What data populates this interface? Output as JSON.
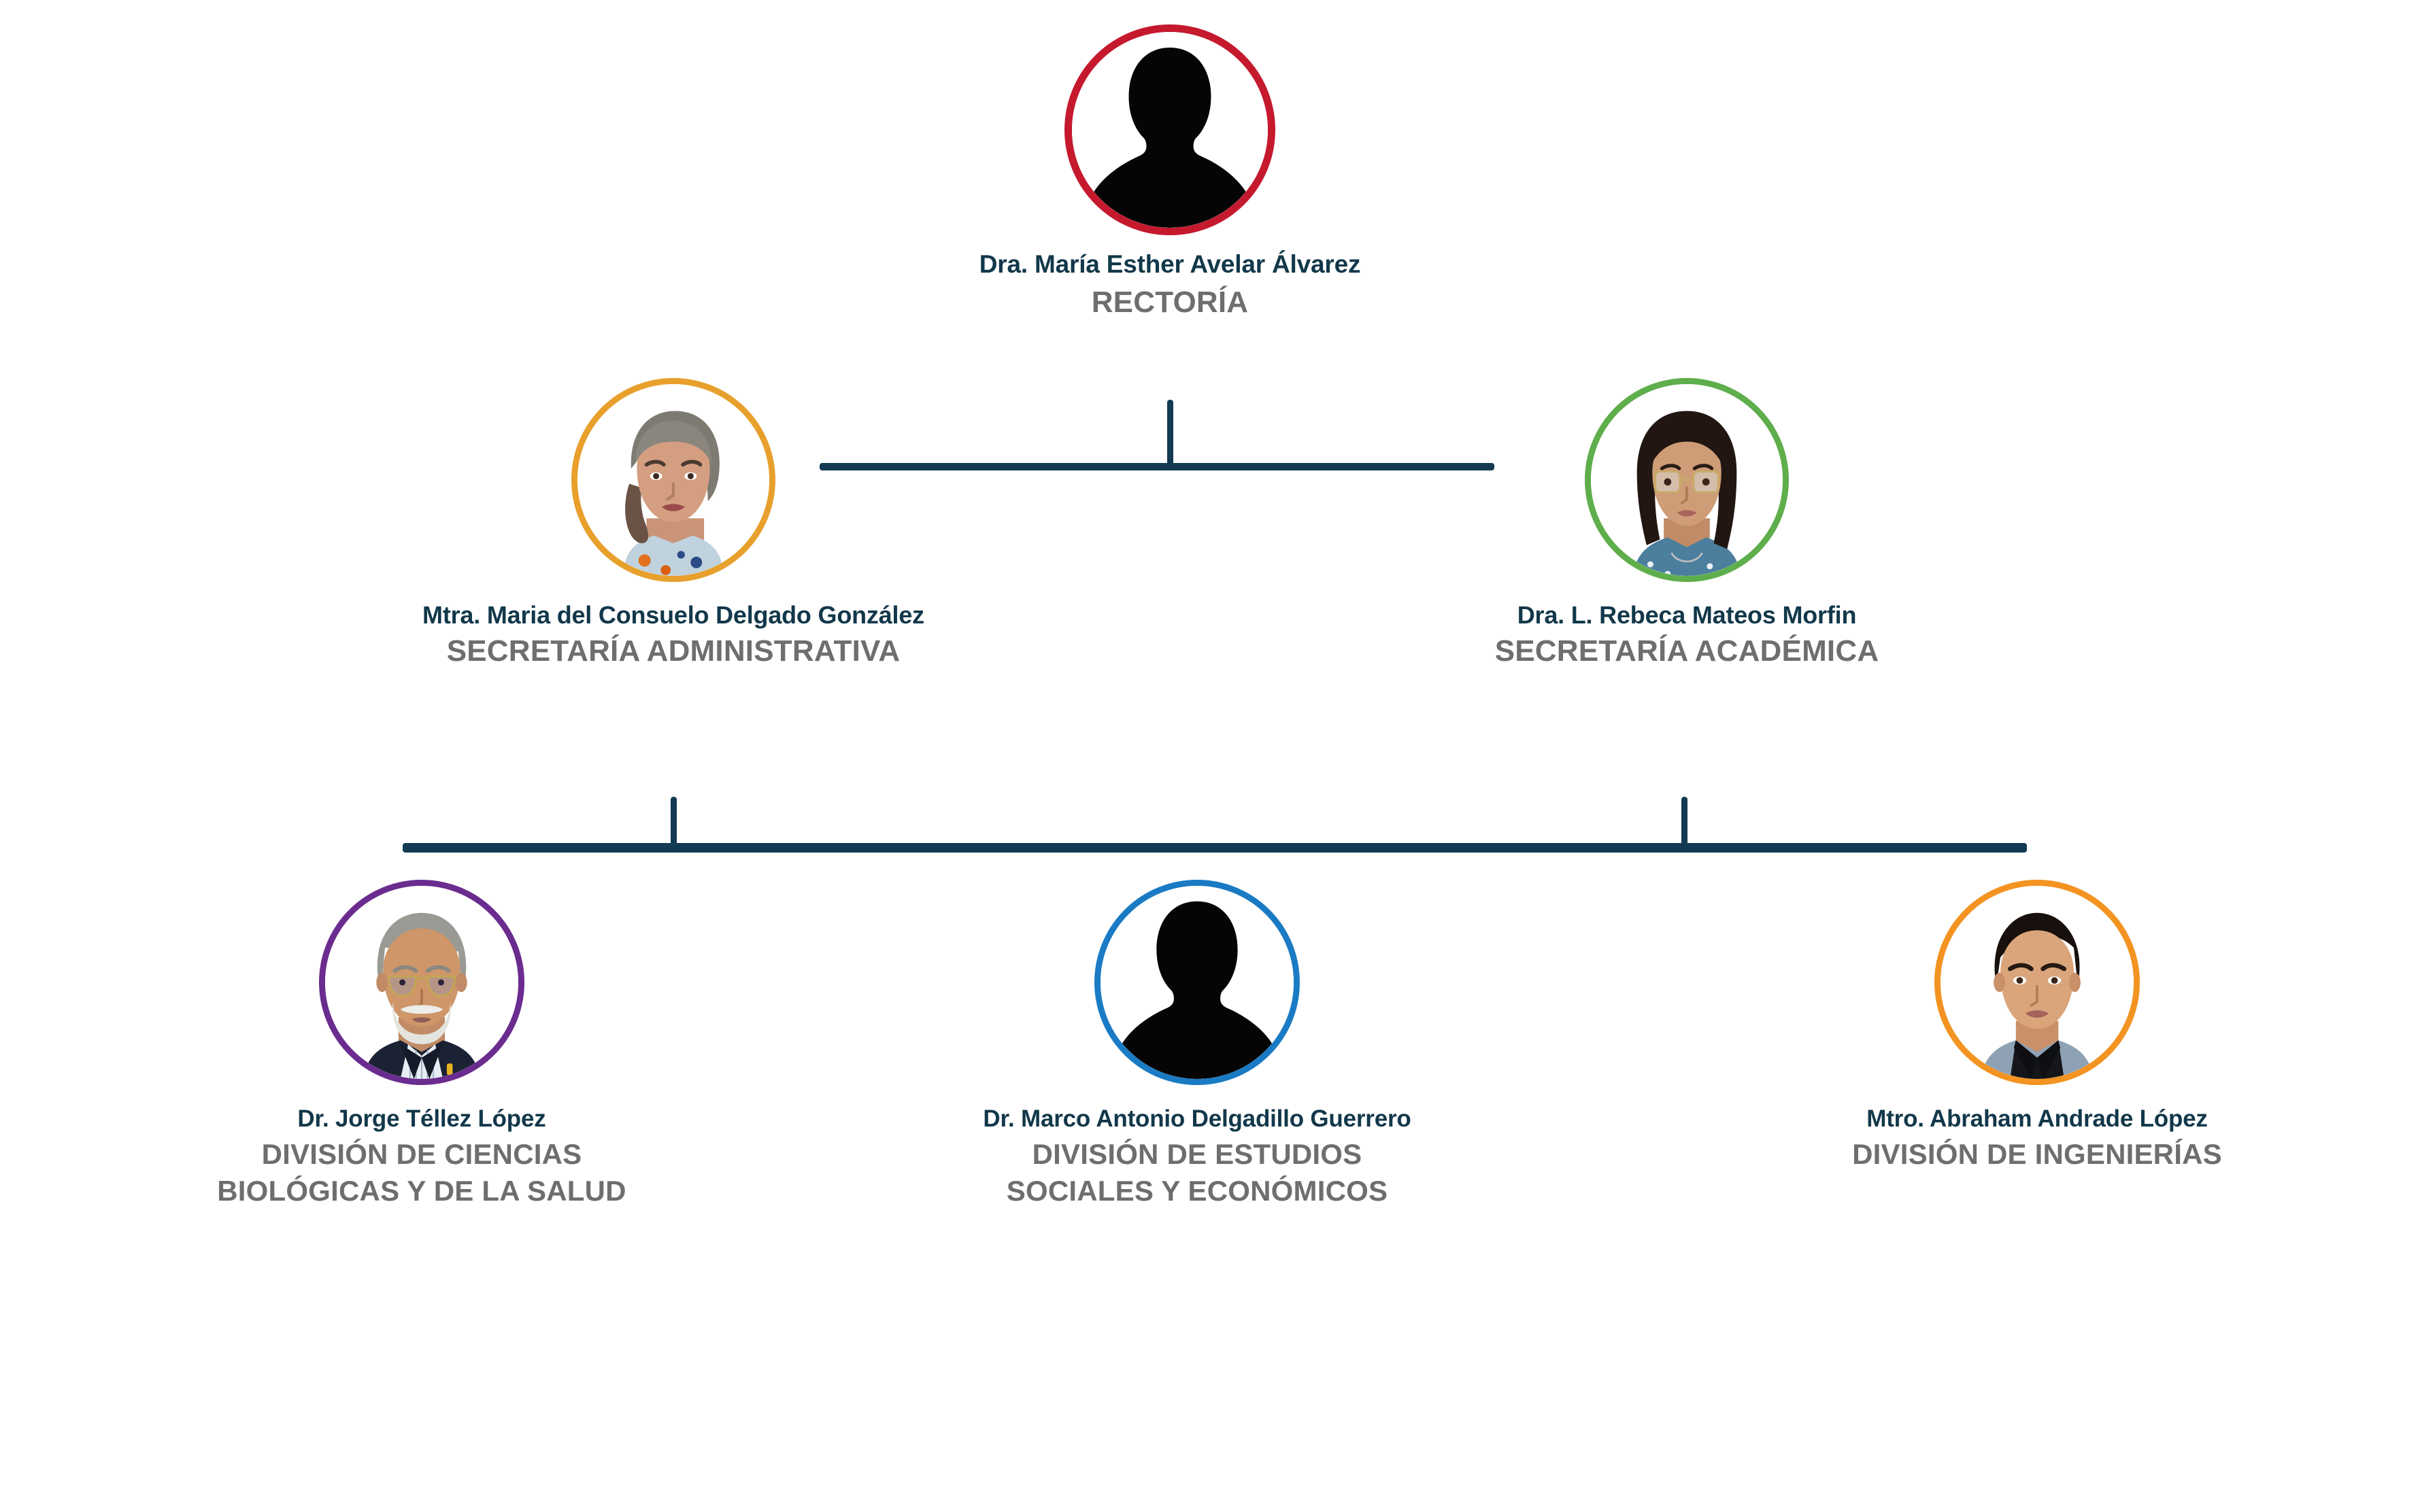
{
  "title": "Organigrama institucional",
  "theme": {
    "connector_color": "#123A52",
    "name_color": "#12384A",
    "role_color": "#6E6E6E",
    "background": "#FFFFFF"
  },
  "nodes": {
    "rectoria": {
      "name": "Dra. María Esther Avelar Álvarez",
      "role": "RECTORÍA",
      "ring_color": "#C5192E",
      "avatar": "silhouette-avatar-icon"
    },
    "secretaria_administrativa": {
      "name": "Mtra. Maria del Consuelo Delgado González",
      "role": "SECRETARÍA ADMINISTRATIVA",
      "ring_color": "#E8A02C",
      "avatar": "portrait-photo"
    },
    "secretaria_academica": {
      "name": "Dra. L. Rebeca Mateos Morfin",
      "role": "SECRETARÍA ACADÉMICA",
      "ring_color": "#5FAE4C",
      "avatar": "portrait-photo"
    },
    "division_cbs": {
      "name": "Dr. Jorge Téllez López",
      "role_line1": "DIVISIÓN DE CIENCIAS",
      "role_line2": "BIOLÓGICAS Y DE LA SALUD",
      "ring_color": "#6B2C8F",
      "avatar": "portrait-photo"
    },
    "division_dese": {
      "name": "Dr. Marco Antonio Delgadillo Guerrero",
      "role_line1": "DIVISIÓN DE ESTUDIOS",
      "role_line2": "SOCIALES Y ECONÓMICOS",
      "ring_color": "#1A7BC4",
      "avatar": "silhouette-avatar-icon"
    },
    "division_ing": {
      "name": "Mtro. Abraham Andrade López",
      "role_line1": "DIVISIÓN DE INGENIERÍAS",
      "role_line2": "",
      "ring_color": "#F39321",
      "avatar": "portrait-photo"
    }
  }
}
